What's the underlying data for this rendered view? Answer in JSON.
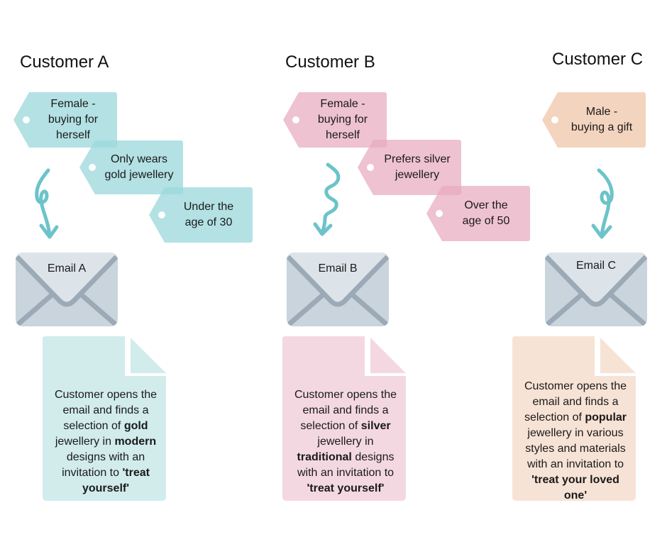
{
  "customers": [
    {
      "title": "Customer A",
      "tags": [
        [
          "Female -",
          "buying for",
          "herself"
        ],
        [
          "Only wears",
          "gold jewellery"
        ],
        [
          "Under the",
          "age of 30"
        ]
      ],
      "email_label": "Email A",
      "doc": {
        "l1": "Customer opens the",
        "l2": "email and finds a",
        "l3a": "selection of ",
        "l3b": "gold",
        "l4a": "jewellery in ",
        "l4b": "modern",
        "l5": "designs with an",
        "l6a": "invitation to ",
        "l6b": "'treat",
        "l7": "yourself'"
      },
      "color": "#9DD9DC"
    },
    {
      "title": "Customer B",
      "tags": [
        [
          "Female -",
          "buying for",
          "herself"
        ],
        [
          "Prefers silver",
          "jewellery"
        ],
        [
          "Over the",
          "age of 50"
        ]
      ],
      "email_label": "Email B",
      "doc": {
        "l1": "Customer opens the",
        "l2": "email and finds a",
        "l3a": "selection of ",
        "l3b": "silver",
        "l4": "jewellery in",
        "l5a": "traditional",
        "l5b": " designs",
        "l6": "with an invitation to",
        "l7": "'treat yourself'"
      },
      "color": "#E8ABBE"
    },
    {
      "title": "Customer C",
      "tags": [
        [
          "Male -",
          "buying a gift"
        ]
      ],
      "email_label": "Email C",
      "doc": {
        "l1": "Customer opens the",
        "l2": "email and finds a",
        "l3a": "selection of ",
        "l3b": "popular",
        "l4": "jewellery in various",
        "l5": "styles and materials",
        "l6": "with an invitation to",
        "l7": "'treat your loved",
        "l8": "one'"
      },
      "color": "#EFC6AA"
    }
  ],
  "icons": {
    "arrow": "curly-down-arrow-icon",
    "envelope": "envelope-icon",
    "document": "document-icon"
  }
}
